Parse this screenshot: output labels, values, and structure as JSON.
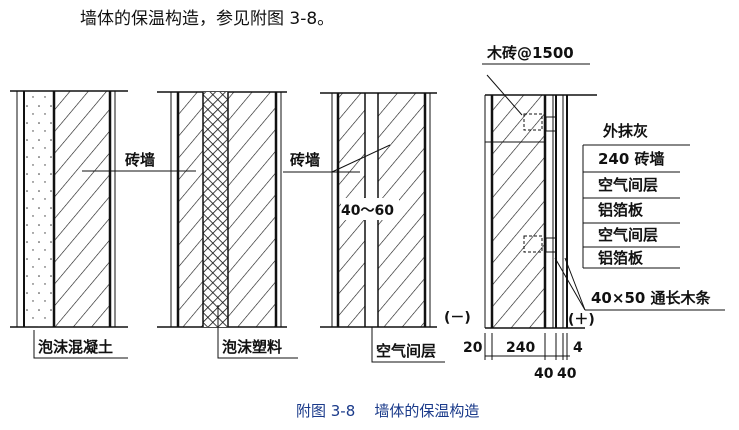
{
  "intro_text": "墙体的保温构造，参见附图 3-8。",
  "caption": "附图 3-8    墙体的保温构造",
  "panels": {
    "foam_concrete": {
      "label": "泡沫混凝土",
      "brick_label": "砖墙"
    },
    "foam_plastic": {
      "label": "泡沫塑料",
      "brick_label": "砖墙"
    },
    "air_gap": {
      "label": "空气间层",
      "gap_dim": "40～60"
    },
    "foil": {
      "wood_brick": "木砖@1500",
      "layers": [
        "外抹灰",
        "240 砖墙",
        "空气间层",
        "铝箔板",
        "空气间层",
        "铝箔板"
      ],
      "batten": "40×50 通长木条",
      "minus": "(－)",
      "plus": "(＋)",
      "dims_top": [
        "20",
        "240",
        "4"
      ],
      "dims_bottom": [
        "40",
        "40"
      ]
    }
  }
}
